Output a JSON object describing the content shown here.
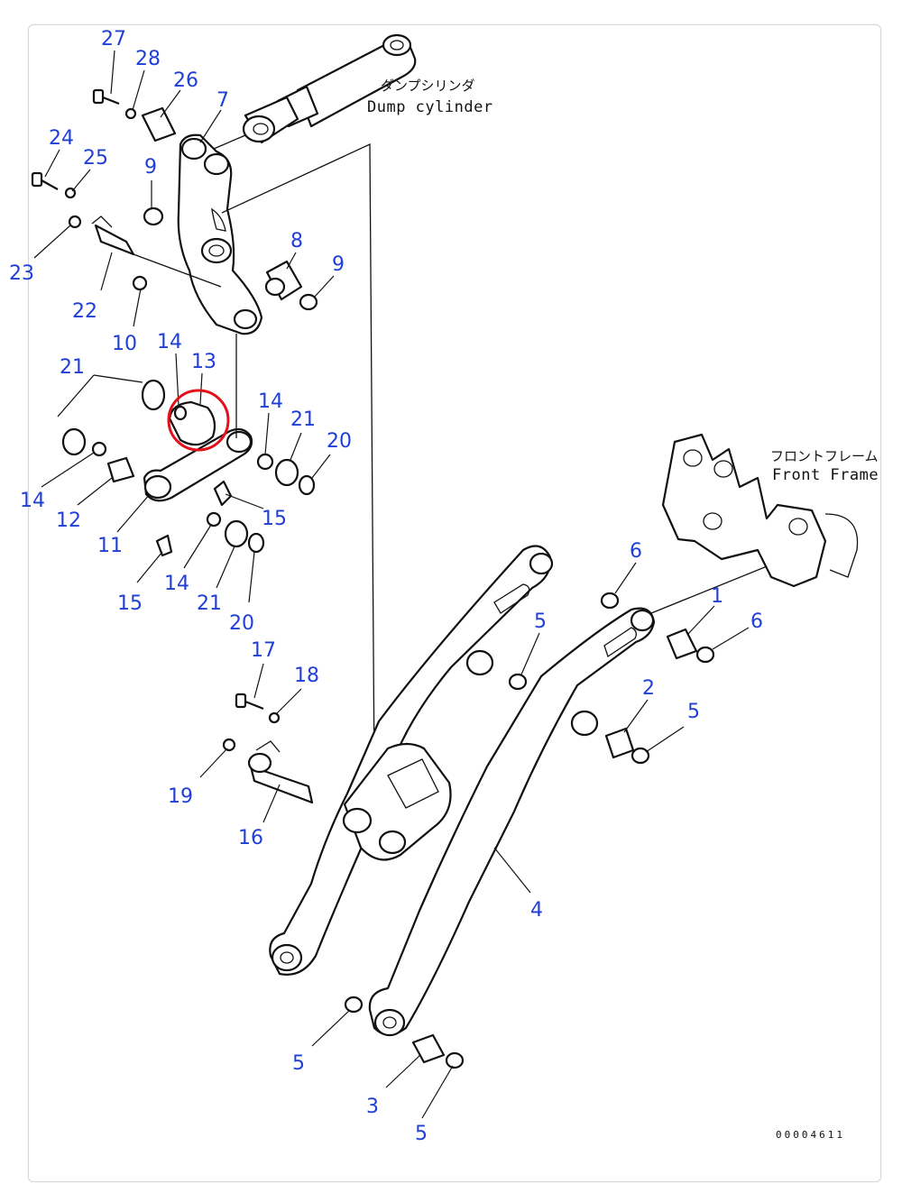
{
  "diagram": {
    "labels": {
      "dump_cylinder_jp": "ダンプシリンダ",
      "dump_cylinder_en": "Dump cylinder",
      "front_frame_jp": "フロントフレーム",
      "front_frame_en": "Front Frame",
      "drawing_code": "00004611"
    },
    "callouts": [
      "27",
      "28",
      "26",
      "7",
      "24",
      "25",
      "9",
      "23",
      "22",
      "8",
      "9",
      "10",
      "14",
      "13",
      "21",
      "14",
      "21",
      "20",
      "14",
      "12",
      "11",
      "15",
      "15",
      "14",
      "21",
      "20",
      "6",
      "1",
      "6",
      "5",
      "17",
      "18",
      "2",
      "5",
      "19",
      "16",
      "4",
      "5",
      "3",
      "5"
    ],
    "highlight_part": "13",
    "highlight_color": "#e3101a",
    "callout_color": "#1f3fd6"
  }
}
